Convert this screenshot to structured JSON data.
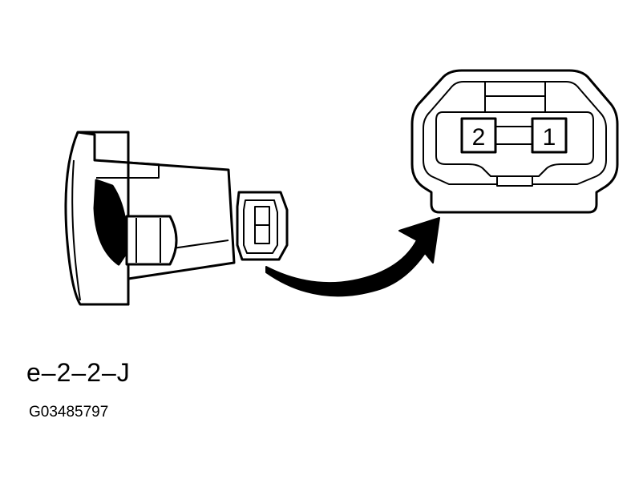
{
  "diagram": {
    "caption": "e–2–2–J",
    "figure_id": "G03485797",
    "connector_pins": [
      "2",
      "1"
    ],
    "colors": {
      "line": "#000000",
      "background": "#ffffff"
    },
    "icons": [
      "sensor-body-icon",
      "connector-icon",
      "curved-arrow-icon"
    ]
  }
}
